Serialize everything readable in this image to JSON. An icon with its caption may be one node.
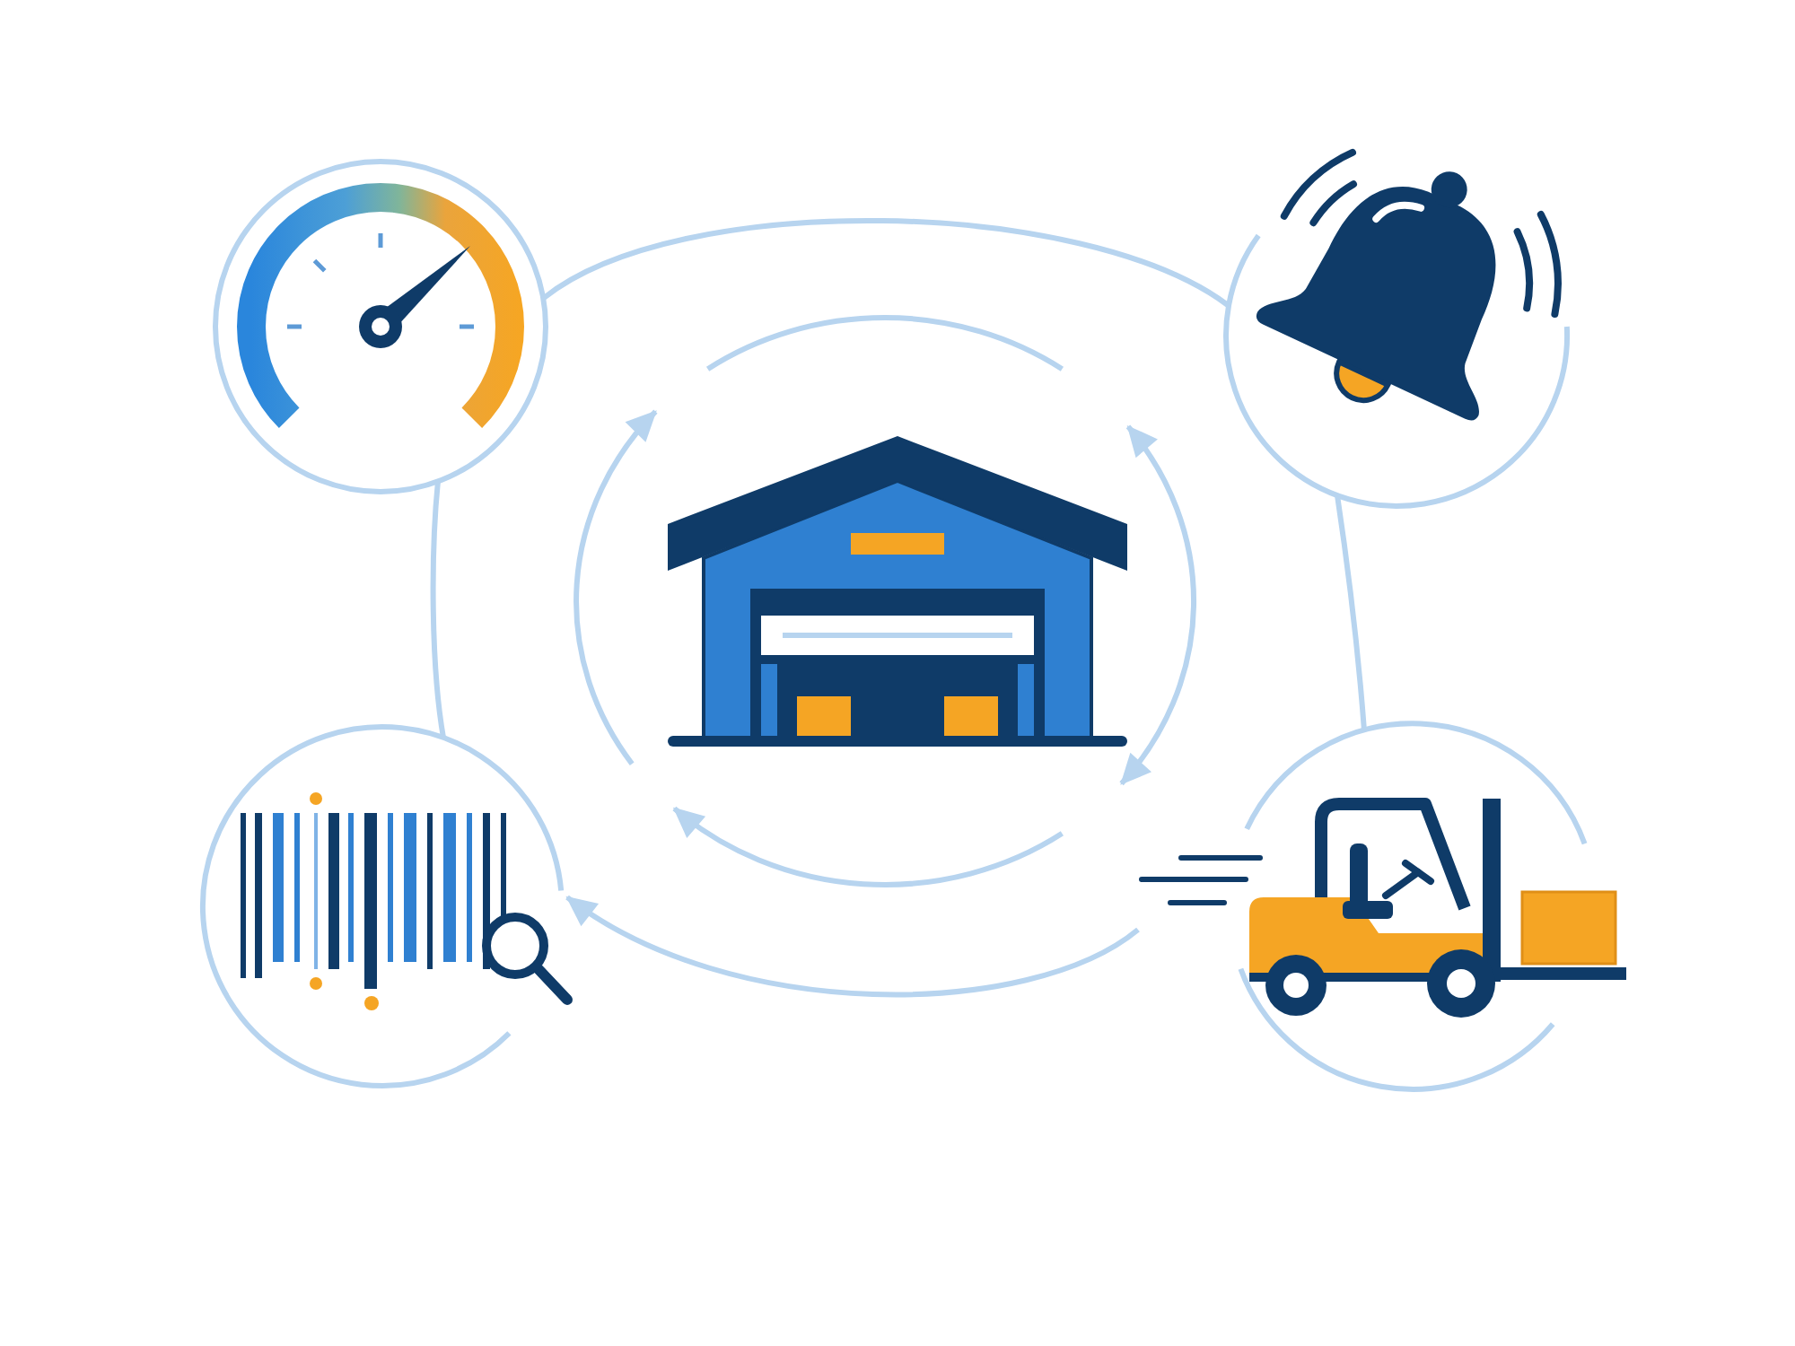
{
  "diagram": {
    "nodes": [
      {
        "text": [],
        "shape": "picture"
      },
      {
        "text": [],
        "shape": "picture"
      },
      {
        "text": [],
        "shape": "picture"
      },
      {
        "text": [],
        "shape": "picture"
      },
      {
        "text": [],
        "shape": "picture"
      }
    ],
    "edges": [
      {
        "from": 0,
        "to": 1,
        "arrow": "none"
      },
      {
        "from": 1,
        "to": 4,
        "arrow": "none"
      },
      {
        "from": 4,
        "to": 3,
        "arrow": "to"
      },
      {
        "from": 3,
        "to": 0,
        "arrow": "none"
      }
    ]
  }
}
